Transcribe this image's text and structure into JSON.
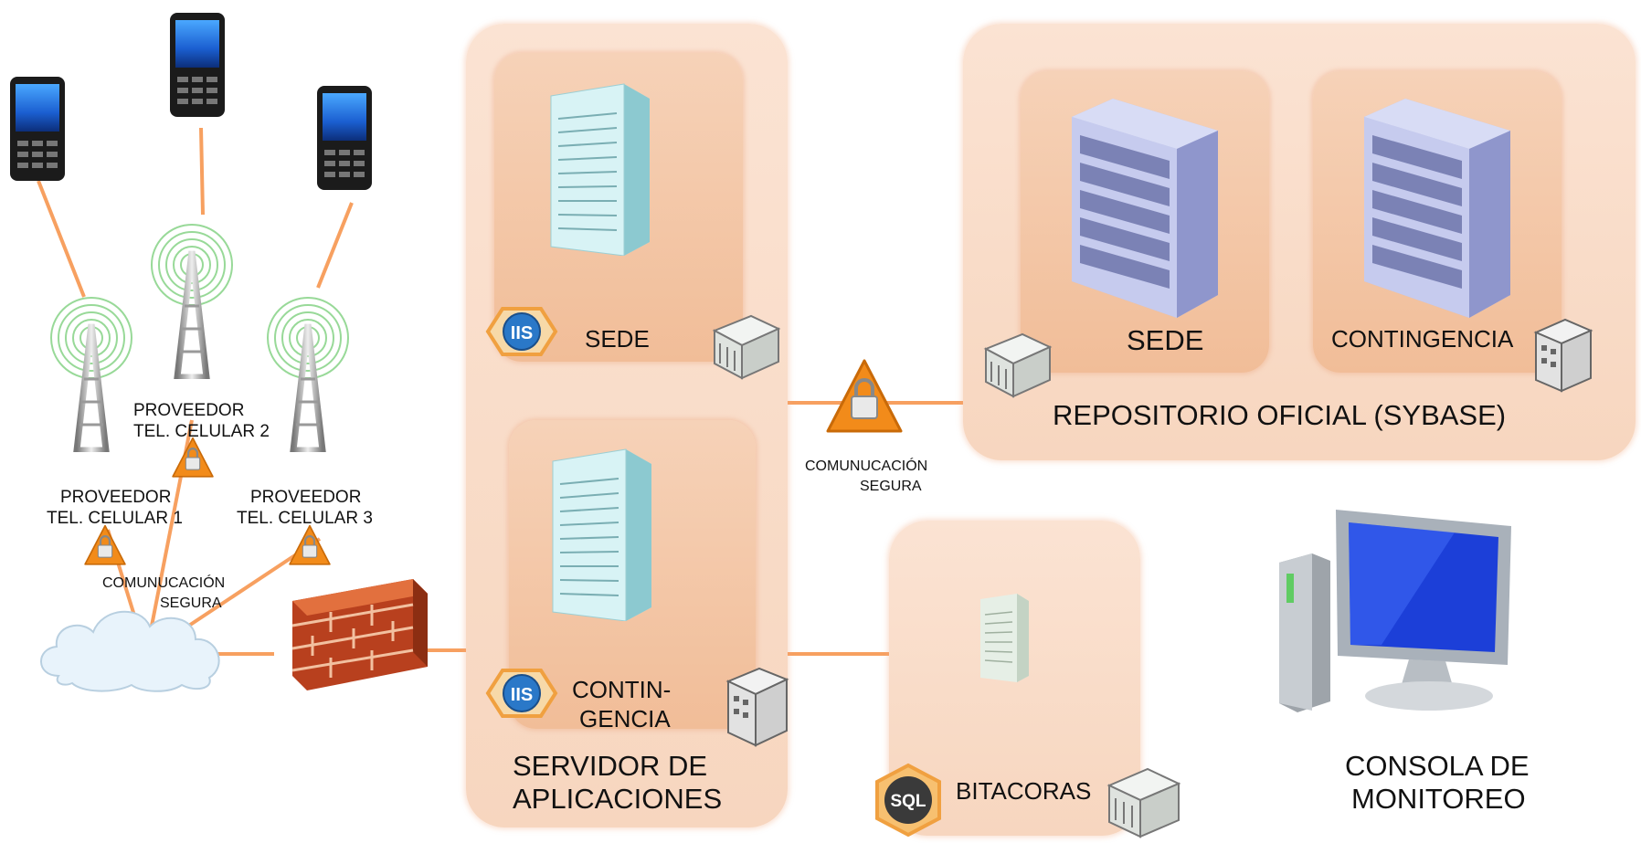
{
  "app_servers": {
    "group_label_line1": "SERVIDOR DE",
    "group_label_line2": "APLICACIONES",
    "sede_label": "SEDE",
    "contingencia_label_line1": "CONTIN-",
    "contingencia_label_line2": "GENCIA",
    "iis_badge": "IIS"
  },
  "repository": {
    "group_label": "REPOSITORIO OFICIAL (SYBASE)",
    "sede_label": "SEDE",
    "contingencia_label": "CONTINGENCIA"
  },
  "logs": {
    "label": "BITACORAS",
    "sql_badge": "SQL"
  },
  "console": {
    "label_line1": "CONSOLA DE",
    "label_line2": "MONITOREO"
  },
  "secure_link": {
    "label_line1": "COMUNUCACIÓN",
    "label_line2": "SEGURA"
  },
  "carriers": {
    "secure_label_line1": "COMUNUCACIÓN",
    "secure_label_line2": "SEGURA",
    "provider_1_line1": "PROVEEDOR",
    "provider_1_line2": "TEL. CELULAR 1",
    "provider_2_line1": "PROVEEDOR",
    "provider_2_line2": "TEL. CELULAR 2",
    "provider_3_line1": "PROVEEDOR",
    "provider_3_line2": "TEL. CELULAR 3"
  },
  "colors": {
    "connector": "#f7a060",
    "panel": "#fbe3d3",
    "card": "#f3c4a2",
    "lock_orange": "#f08a1c"
  },
  "icons": {
    "phone": "mobile-phone-icon",
    "tower": "cell-tower-icon",
    "cloud": "cloud-icon",
    "firewall": "firewall-icon",
    "server": "server-icon",
    "rack": "rack-server-icon",
    "building": "building-icon",
    "lock": "lock-warning-icon",
    "workstation": "workstation-icon"
  }
}
